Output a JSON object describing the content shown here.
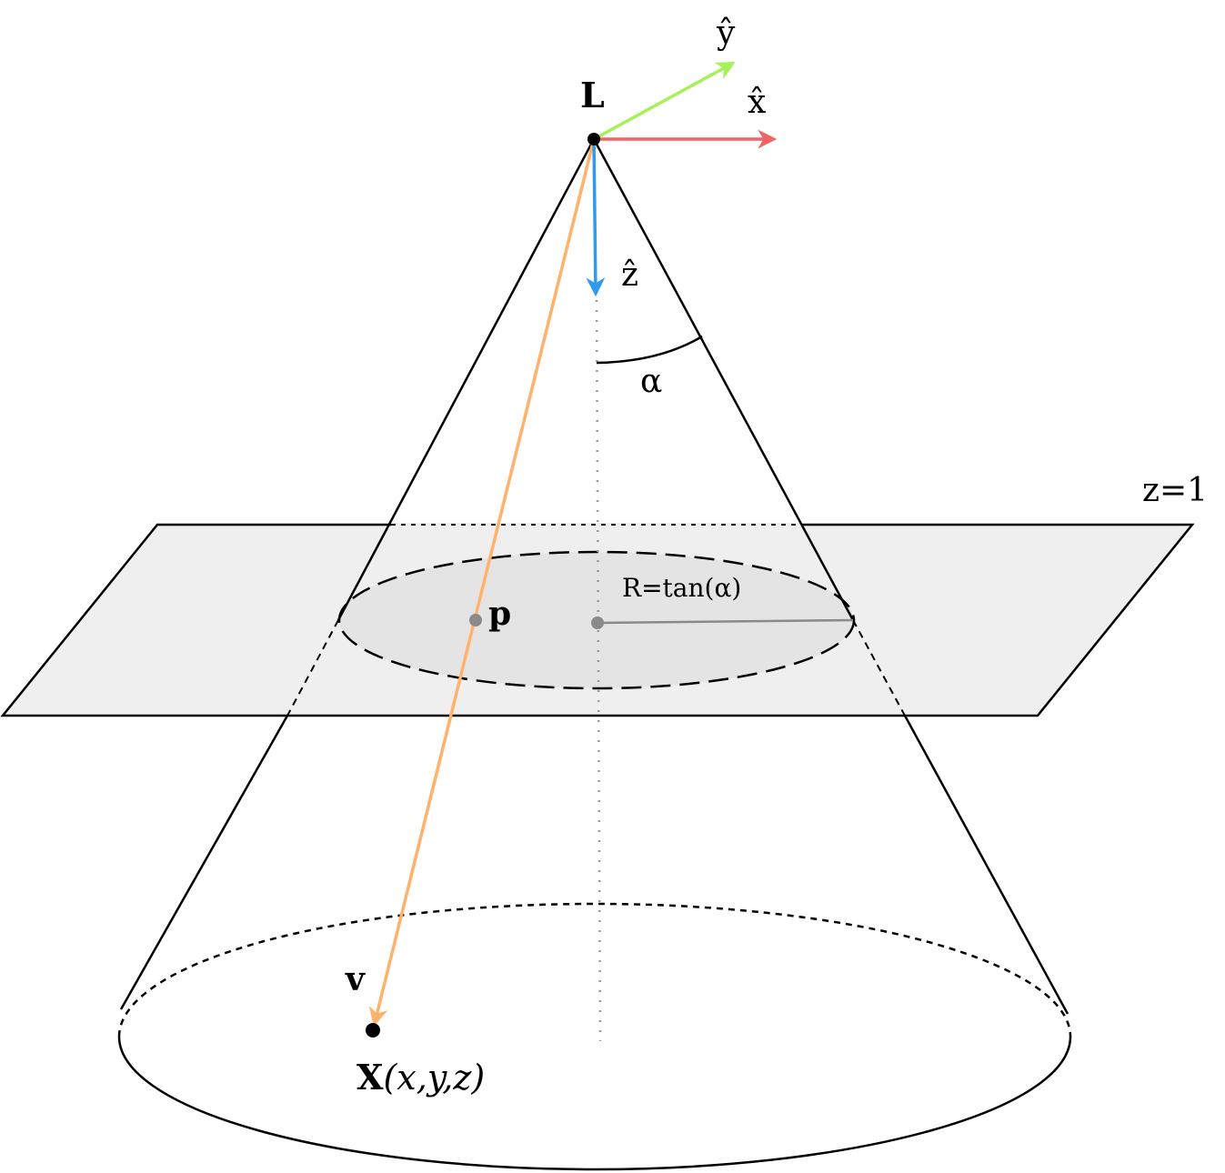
{
  "labels": {
    "apex": "L",
    "x_axis": "x̂",
    "y_axis": "ŷ",
    "z_axis": "ẑ",
    "angle": "α",
    "plane": "z=1",
    "radius": "R=tan(α)",
    "point_p": "p",
    "vector_v": "v",
    "point_X_prefix": "X",
    "point_X_coords": "(x,y,z)"
  },
  "colors": {
    "x_axis": "#f26464",
    "y_axis": "#a6f05a",
    "z_axis": "#2f9bf0",
    "ray": "#ffb26b",
    "plane_fill": "#efefef",
    "disk_fill": "#e4e4e4",
    "outline": "#000000",
    "guide": "#999999"
  }
}
